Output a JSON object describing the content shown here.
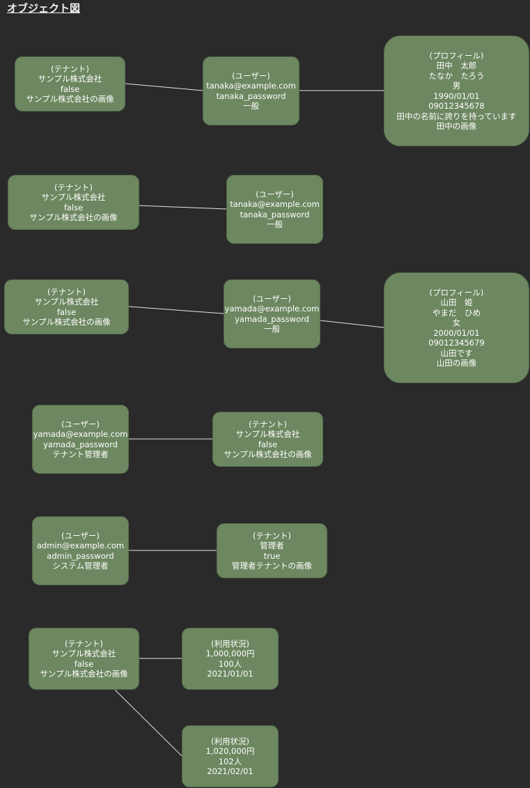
{
  "title": "オブジェクト図",
  "nodes": {
    "tenant1": {
      "lines": [
        "(テナント)",
        "サンプル株式会社",
        "false",
        "サンプル株式会社の画像"
      ]
    },
    "user1": {
      "lines": [
        "(ユーザー)",
        "tanaka@example.com",
        "tanaka_password",
        "一般"
      ]
    },
    "profile1": {
      "lines": [
        "(プロフィール)",
        "田中　太郎",
        "たなか　たろう",
        "男",
        "1990/01/01",
        "09012345678",
        "田中の名前に誇りを持っています",
        "田中の画像"
      ]
    },
    "tenant2": {
      "lines": [
        "(テナント)",
        "サンプル株式会社",
        "false",
        "サンプル株式会社の画像"
      ]
    },
    "user2": {
      "lines": [
        "(ユーザー)",
        "tanaka@example.com",
        "tanaka_password",
        "一般"
      ]
    },
    "tenant3": {
      "lines": [
        "(テナント)",
        "サンプル株式会社",
        "false",
        "サンプル株式会社の画像"
      ]
    },
    "user3": {
      "lines": [
        "(ユーザー)",
        "yamada@example.com",
        "yamada_password",
        "一般"
      ]
    },
    "profile2": {
      "lines": [
        "(プロフィール)",
        "山田　姫",
        "やまだ　ひめ",
        "女",
        "2000/01/01",
        "09012345679",
        "山田です",
        "山田の画像"
      ]
    },
    "user4": {
      "lines": [
        "(ユーザー)",
        "yamada@example.com",
        "yamada_password",
        "テナント管理者"
      ]
    },
    "tenant4": {
      "lines": [
        "(テナント)",
        "サンプル株式会社",
        "false",
        "サンプル株式会社の画像"
      ]
    },
    "user5": {
      "lines": [
        "(ユーザー)",
        "admin@example.com",
        "admin_password",
        "システム管理者"
      ]
    },
    "tenant5": {
      "lines": [
        "(テナント)",
        "管理者",
        "true",
        "管理者テナントの画像"
      ]
    },
    "tenant6": {
      "lines": [
        "(テナント)",
        "サンプル株式会社",
        "false",
        "サンプル株式会社の画像"
      ]
    },
    "usage1": {
      "lines": [
        "(利用状況)",
        "1,000,000円",
        "100人",
        "2021/01/01"
      ]
    },
    "usage2": {
      "lines": [
        "(利用状況)",
        "1,020,000円",
        "102人",
        "2021/02/01"
      ]
    }
  },
  "colors": {
    "background": "#2a2a2a",
    "node_fill": "#6d8760",
    "node_border": "#556b4a",
    "edge": "#e6e6e6",
    "text": "#ffffff"
  }
}
